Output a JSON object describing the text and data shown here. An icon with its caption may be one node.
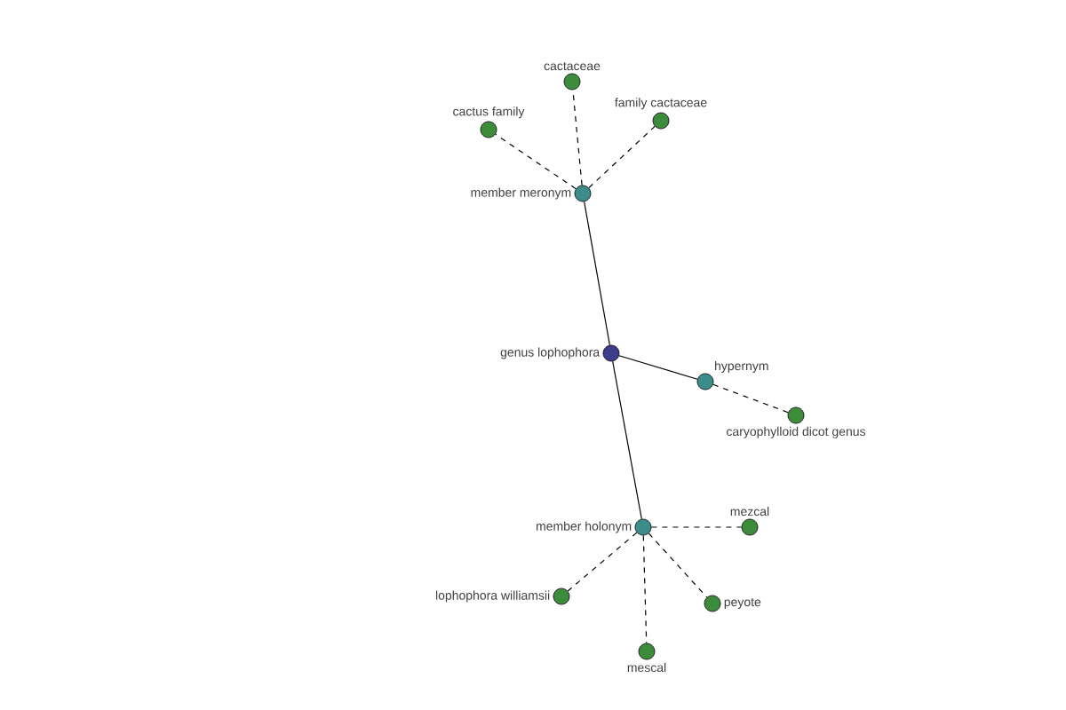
{
  "diagram": {
    "nodes": [
      {
        "text": [
          "genus lophophora"
        ]
      },
      {
        "text": [
          "member meronym"
        ]
      },
      {
        "text": [
          "cactaceae"
        ]
      },
      {
        "text": [
          "family cactaceae"
        ]
      },
      {
        "text": [
          "cactus family"
        ]
      },
      {
        "text": [
          "hypernym"
        ]
      },
      {
        "text": [
          "caryophylloid dicot genus"
        ]
      },
      {
        "text": [
          "member holonym"
        ]
      },
      {
        "text": [
          "mezcal"
        ]
      },
      {
        "text": [
          "lophophora williamsii"
        ]
      },
      {
        "text": [
          "peyote"
        ]
      },
      {
        "text": [
          "mescal"
        ]
      }
    ],
    "edges": [
      {
        "from": 0,
        "to": 1,
        "arrow": "none"
      },
      {
        "from": 1,
        "to": 2,
        "arrow": "none",
        "style": "dashed"
      },
      {
        "from": 1,
        "to": 3,
        "arrow": "none",
        "style": "dashed"
      },
      {
        "from": 1,
        "to": 4,
        "arrow": "none",
        "style": "dashed"
      },
      {
        "from": 0,
        "to": 5,
        "arrow": "none"
      },
      {
        "from": 5,
        "to": 6,
        "arrow": "none",
        "style": "dashed"
      },
      {
        "from": 0,
        "to": 7,
        "arrow": "none"
      },
      {
        "from": 7,
        "to": 8,
        "arrow": "none",
        "style": "dashed"
      },
      {
        "from": 7,
        "to": 9,
        "arrow": "none",
        "style": "dashed"
      },
      {
        "from": 7,
        "to": 10,
        "arrow": "none",
        "style": "dashed"
      },
      {
        "from": 7,
        "to": 11,
        "arrow": "none",
        "style": "dashed"
      }
    ]
  }
}
